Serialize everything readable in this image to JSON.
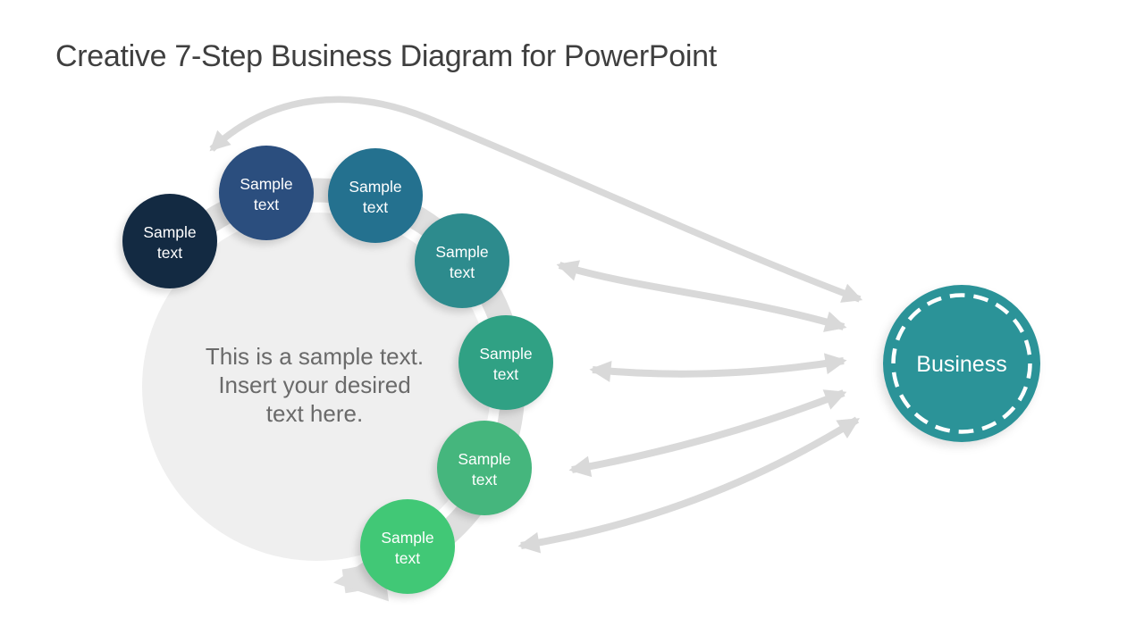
{
  "title": "Creative 7-Step Business Diagram for PowerPoint",
  "center_circle": {
    "line1": "This is a sample text.",
    "line2": "Insert your desired",
    "line3": "text here."
  },
  "steps": [
    {
      "line1": "Sample",
      "line2": "text",
      "color": "#132A42"
    },
    {
      "line1": "Sample",
      "line2": "text",
      "color": "#2B4E7E"
    },
    {
      "line1": "Sample",
      "line2": "text",
      "color": "#24718F"
    },
    {
      "line1": "Sample",
      "line2": "text",
      "color": "#2D8B8D"
    },
    {
      "line1": "Sample",
      "line2": "text",
      "color": "#30A184"
    },
    {
      "line1": "Sample",
      "line2": "text",
      "color": "#45B67D"
    },
    {
      "line1": "Sample",
      "line2": "text",
      "color": "#41C876"
    }
  ],
  "business": {
    "label": "Business",
    "color": "#2B9398"
  },
  "colors": {
    "background": "#FFFFFF",
    "title_text": "#3F3F3F",
    "center_circle_fill": "#EFEFEF",
    "center_text": "#6A6A6A",
    "ring": "#DFDFDF",
    "arrow": "#D9D9D9",
    "circle_text": "#FFFFFF"
  }
}
